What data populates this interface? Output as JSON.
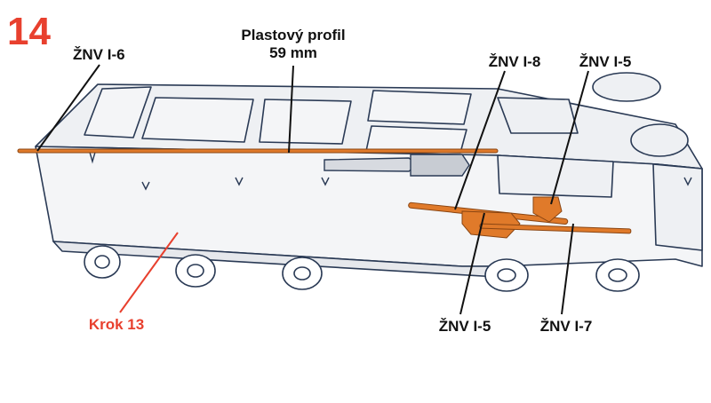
{
  "step_number": "14",
  "labels": {
    "znv_i6": "ŽNV I-6",
    "profile_line1": "Plastový profil",
    "profile_line2": "59 mm",
    "znv_i8": "ŽNV I-8",
    "znv_i5_top": "ŽNV I-5",
    "znv_i5_bottom": "ŽNV I-5",
    "znv_i7": "ŽNV I-7",
    "krok": "Krok 13"
  },
  "colors": {
    "step": "#e8402e",
    "part_orange": "#e07a2a",
    "hull_fill": "#f4f5f7",
    "hull_stroke": "#2a3a55",
    "leader": "#111111"
  }
}
